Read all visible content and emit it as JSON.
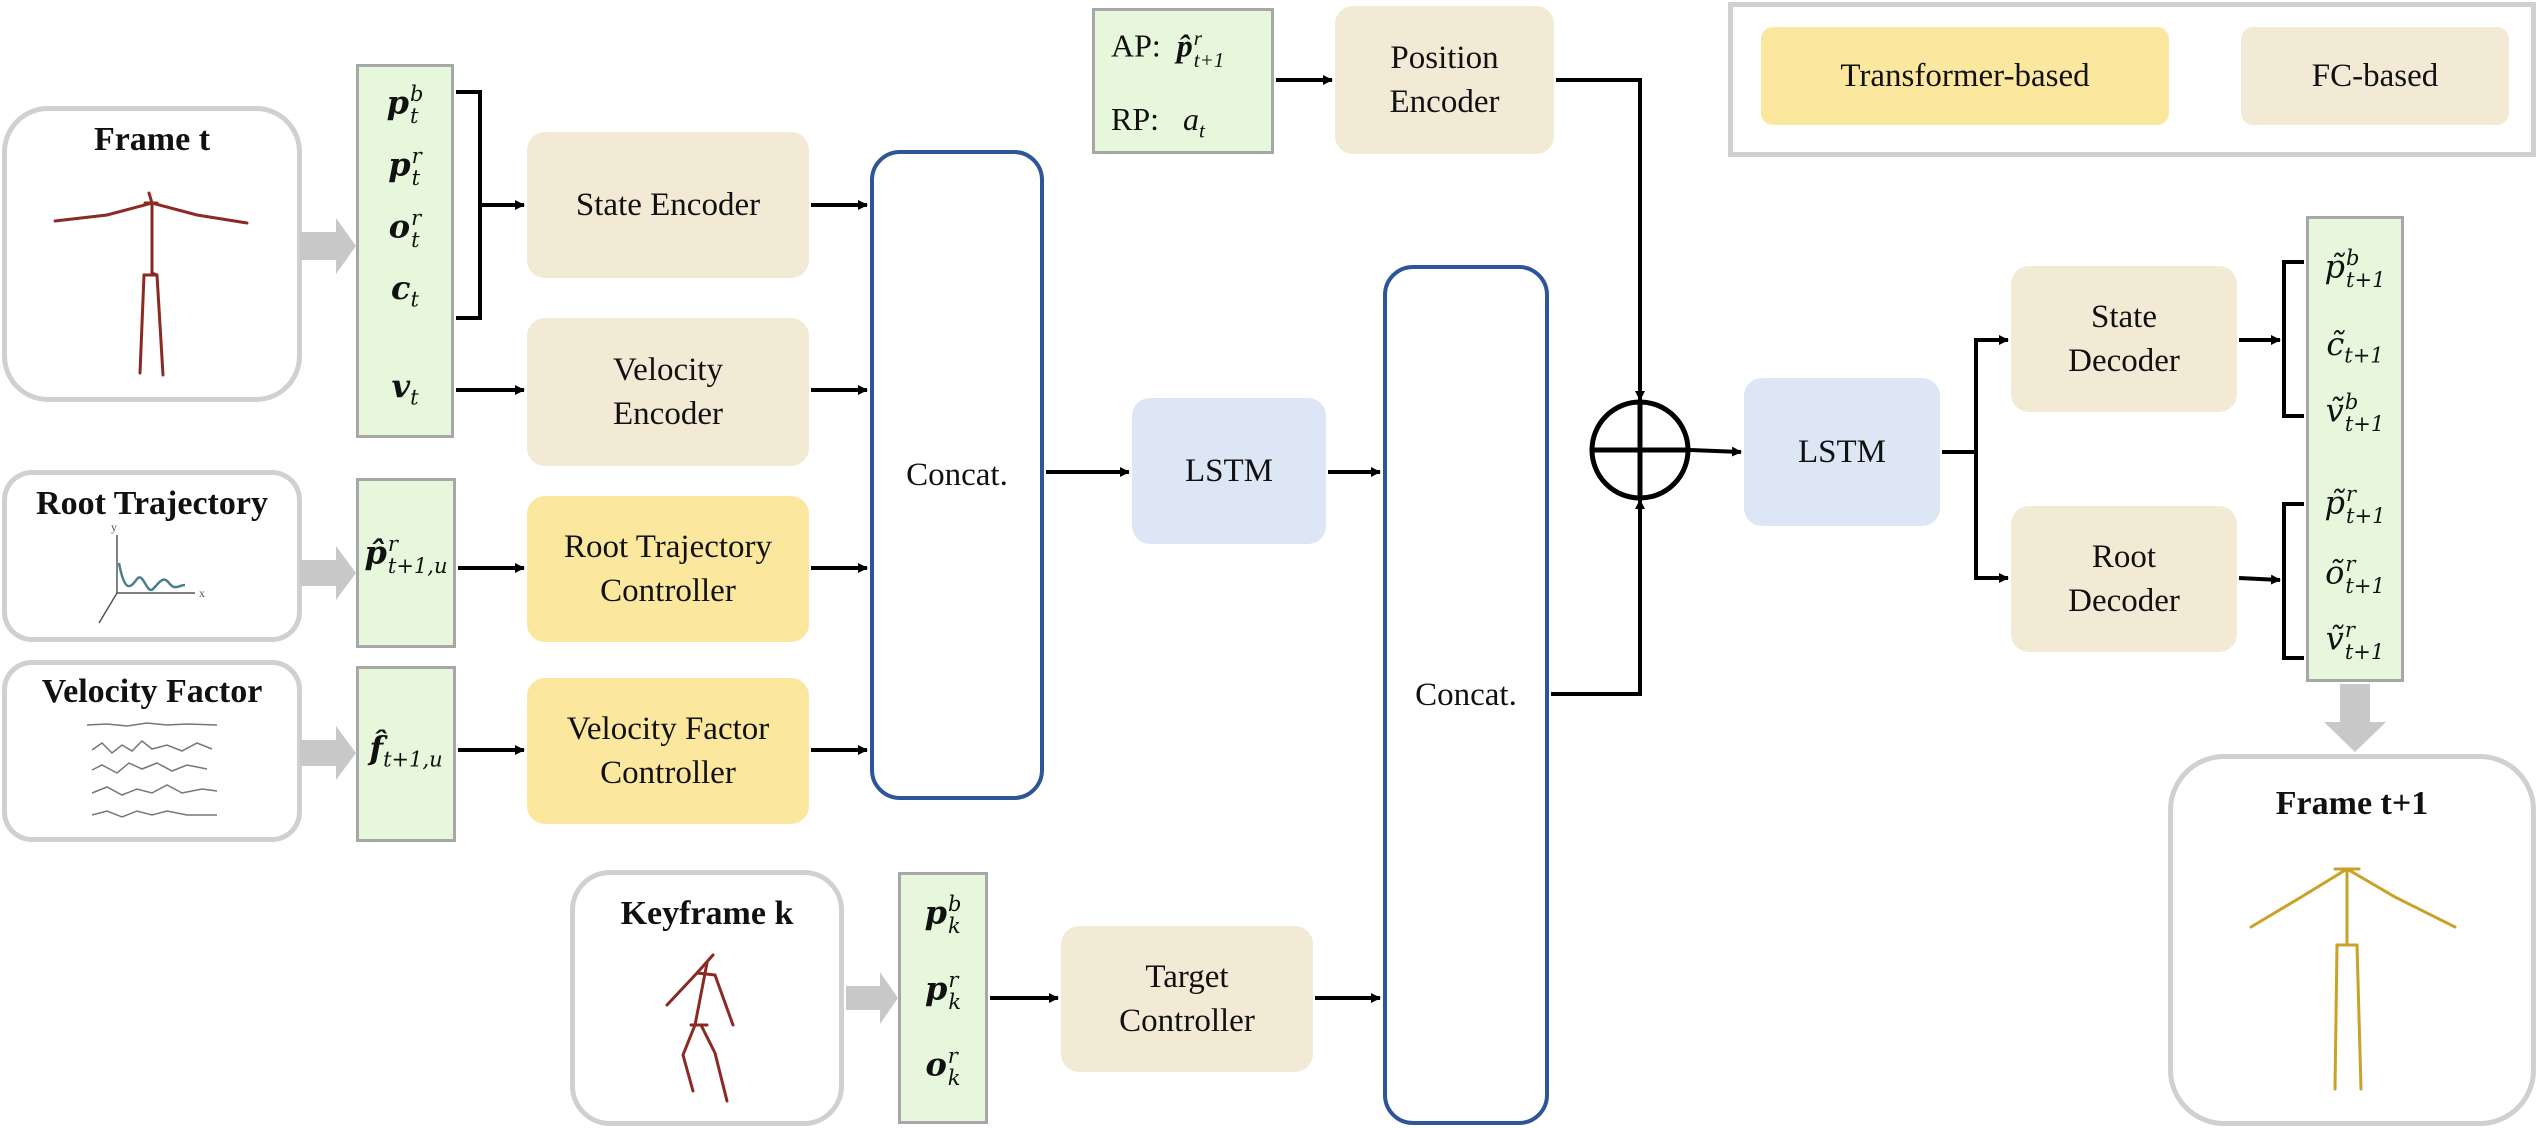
{
  "legend": {
    "transformer_label": "Transformer-based",
    "fc_label": "FC-based",
    "transformer_color": "#fbe79d",
    "fc_color": "#f3ead6"
  },
  "inputs": {
    "frame_t_title": "Frame t",
    "root_trajectory_title": "Root Trajectory",
    "velocity_factor_title": "Velocity Factor",
    "keyframe_title": "Keyframe k",
    "frame_t1_title": "Frame t+1"
  },
  "variables": {
    "frame_state": [
      {
        "base": "p",
        "sup": "b",
        "sub": "t"
      },
      {
        "base": "p",
        "sup": "r",
        "sub": "t"
      },
      {
        "base": "o",
        "sup": "r",
        "sub": "t"
      },
      {
        "base": "c",
        "sup": "",
        "sub": "t"
      }
    ],
    "velocity": {
      "base": "v",
      "sub": "t"
    },
    "root_traj": {
      "base": "p̂",
      "sup": "r",
      "sub": "t+1,u"
    },
    "vel_factor": {
      "base": "f̂",
      "sub": "t+1,u"
    },
    "keyframe": [
      {
        "base": "p",
        "sup": "b",
        "sub": "k"
      },
      {
        "base": "p",
        "sup": "r",
        "sub": "k"
      },
      {
        "base": "o",
        "sup": "r",
        "sub": "k"
      }
    ],
    "ap_label": "AP:",
    "ap_var": {
      "base": "p̂",
      "sup": "r",
      "sub": "t+1"
    },
    "rp_label": "RP:",
    "rp_var": {
      "base": "a",
      "sub": "t"
    },
    "out_state": [
      {
        "base": "p̃",
        "sup": "b",
        "sub": "t+1"
      },
      {
        "base": "c̃",
        "sup": "",
        "sub": "t+1"
      },
      {
        "base": "ṽ",
        "sup": "b",
        "sub": "t+1"
      }
    ],
    "out_root": [
      {
        "base": "p̃",
        "sup": "r",
        "sub": "t+1"
      },
      {
        "base": "õ",
        "sup": "r",
        "sub": "t+1"
      },
      {
        "base": "ṽ",
        "sup": "r",
        "sub": "t+1"
      }
    ]
  },
  "modules": {
    "state_encoder": "State Encoder",
    "velocity_encoder_l1": "Velocity",
    "velocity_encoder_l2": "Encoder",
    "root_traj_ctrl_l1": "Root Trajectory",
    "root_traj_ctrl_l2": "Controller",
    "vel_factor_ctrl_l1": "Velocity Factor",
    "vel_factor_ctrl_l2": "Controller",
    "concat1": "Concat.",
    "lstm1": "LSTM",
    "position_encoder_l1": "Position",
    "position_encoder_l2": "Encoder",
    "target_ctrl_l1": "Target",
    "target_ctrl_l2": "Controller",
    "concat2": "Concat.",
    "lstm2": "LSTM",
    "state_decoder_l1": "State",
    "state_decoder_l2": "Decoder",
    "root_decoder_l1": "Root",
    "root_decoder_l2": "Decoder"
  },
  "colors": {
    "skeleton_red": "#8b2a22",
    "skeleton_gold": "#c9a227",
    "concat_border": "#2e5597",
    "input_green": "#e6f7dc",
    "lstm_blue": "#dce6f5"
  }
}
